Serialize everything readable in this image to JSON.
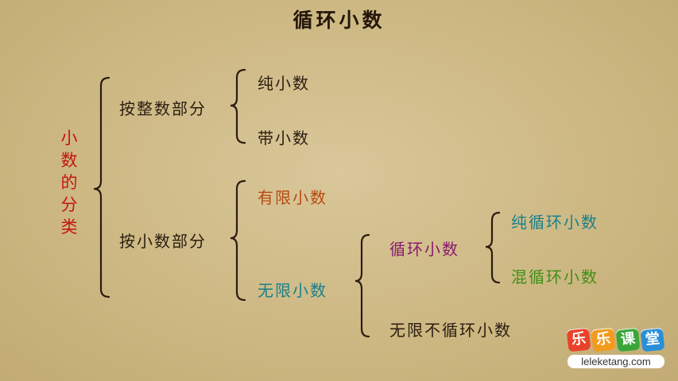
{
  "title": "循环小数",
  "root": "小数的分类",
  "branches": {
    "by_integer": {
      "label": "按整数部分",
      "children": [
        "纯小数",
        "带小数"
      ]
    },
    "by_decimal": {
      "label": "按小数部分",
      "finite": "有限小数",
      "infinite": "无限小数"
    },
    "infinite": {
      "recurring": "循环小数",
      "non_recurring": "无限不循环小数"
    },
    "recurring": {
      "pure": "纯循环小数",
      "mixed": "混循环小数"
    }
  },
  "logo": {
    "chars": [
      "乐",
      "乐",
      "课",
      "堂"
    ],
    "url": "leleketang.com"
  },
  "colors": {
    "root": "#c4160f",
    "finite": "#b84a12",
    "infinite": "#1a7f8a",
    "recurring": "#8a1a6e",
    "pure": "#1a7f8a",
    "mixed": "#3f8f16",
    "logo": [
      "#e8432a",
      "#f39a1d",
      "#3aa63a",
      "#2a8fd6"
    ]
  }
}
